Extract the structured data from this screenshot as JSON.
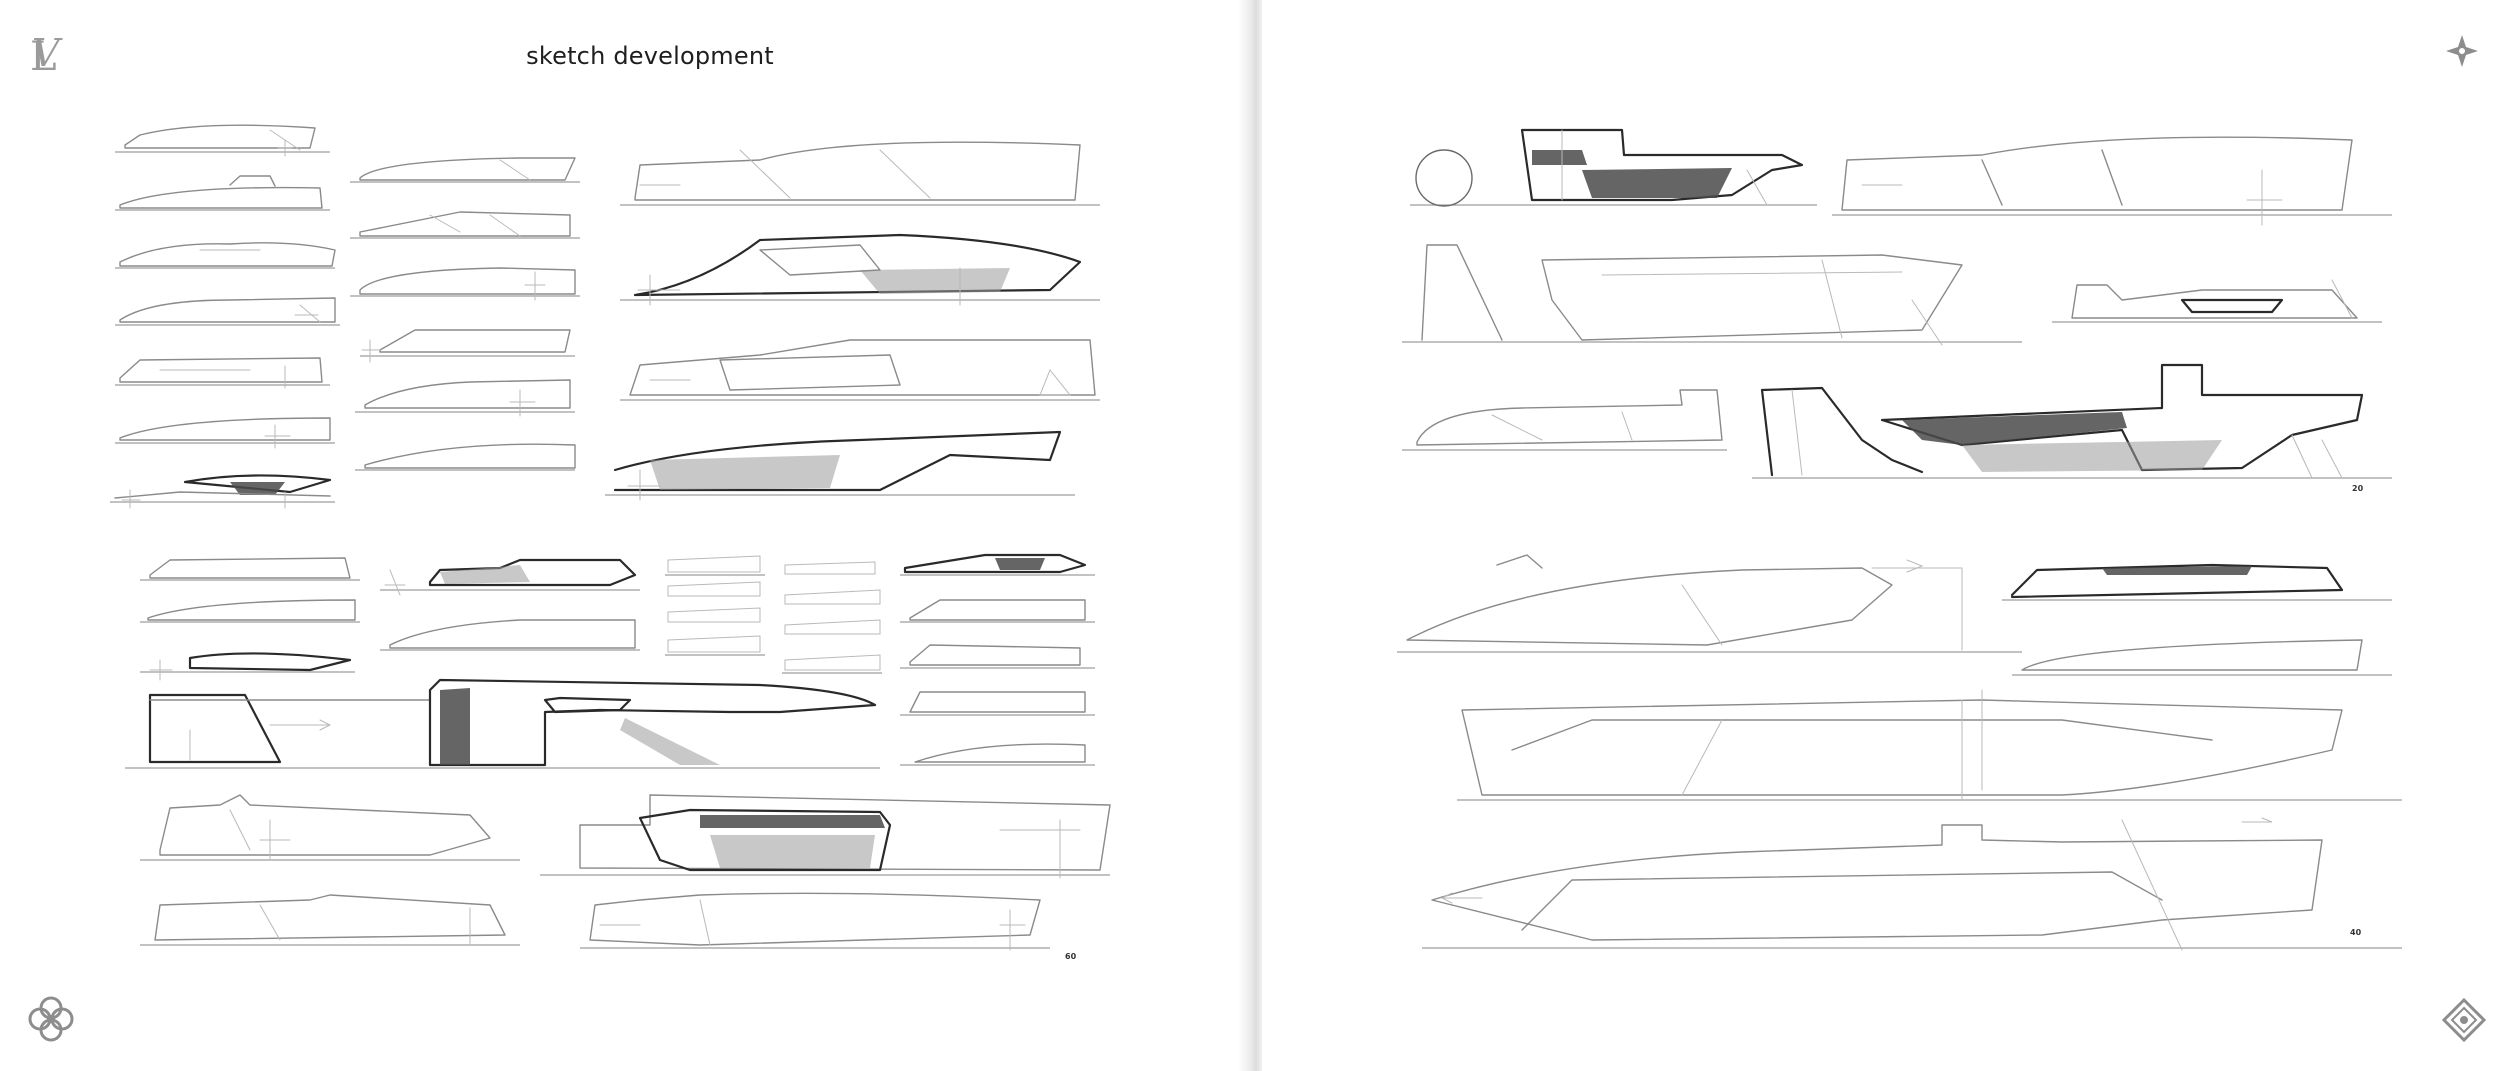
{
  "left_page": {
    "title": "sketch development",
    "folio": "60",
    "logo_text": "LV"
  },
  "right_page": {
    "folio_top": "20",
    "folio_bottom": "40"
  },
  "icons": {
    "top_left": "lv-monogram-logo-icon",
    "bottom_left": "monogram-quatrefoil-flower-icon",
    "top_right": "four-point-star-icon",
    "bottom_right": "monogram-diamond-flower-icon"
  },
  "colors": {
    "ink": "#2a2a2a",
    "pencil": "#8a8a8a",
    "paper": "#ffffff"
  }
}
